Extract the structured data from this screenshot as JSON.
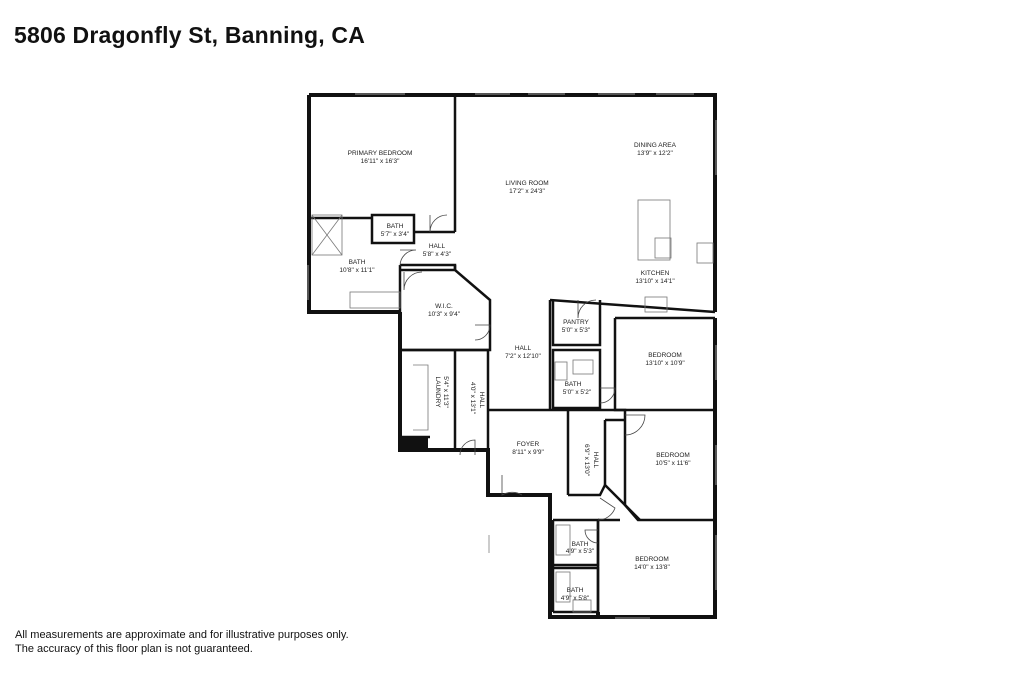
{
  "title": "5806 Dragonfly St, Banning, CA",
  "disclaimer": {
    "line1": "All measurements are approximate and for illustrative purposes only.",
    "line2": "The accuracy of this floor plan is not guaranteed."
  },
  "rooms": {
    "primary_bedroom": {
      "name": "PRIMARY BEDROOM",
      "dims": "16'11\" x 16'3\""
    },
    "living_room": {
      "name": "LIVING ROOM",
      "dims": "17'2\" x 24'3\""
    },
    "dining_area": {
      "name": "DINING AREA",
      "dims": "13'9\" x 12'2\""
    },
    "kitchen": {
      "name": "KITCHEN",
      "dims": "13'10\" x 14'1\""
    },
    "bath_small": {
      "name": "BATH",
      "dims": "5'7\" x 3'4\""
    },
    "hall_1": {
      "name": "HALL",
      "dims": "5'8\" x 4'3\""
    },
    "bath_primary": {
      "name": "BATH",
      "dims": "10'8\" x 11'1\""
    },
    "wic": {
      "name": "W.I.C.",
      "dims": "10'3\" x 9'4\""
    },
    "pantry": {
      "name": "PANTRY",
      "dims": "5'0\" x 5'3\""
    },
    "hall_2": {
      "name": "HALL",
      "dims": "7'2\" x 12'10\""
    },
    "bedroom_1": {
      "name": "BEDROOM",
      "dims": "13'10\" x 10'9\""
    },
    "bath_2": {
      "name": "BATH",
      "dims": "5'0\" x 5'2\""
    },
    "laundry": {
      "name": "LAUNDRY",
      "dims": "5'4\" x 11'3\""
    },
    "hall_3": {
      "name": "HALL",
      "dims": "4'0\" x 13'1\""
    },
    "foyer": {
      "name": "FOYER",
      "dims": "8'11\" x 9'9\""
    },
    "hall_4": {
      "name": "HALL",
      "dims": "6'9\" x 13'0\""
    },
    "bedroom_2": {
      "name": "BEDROOM",
      "dims": "10'5\" x 11'6\""
    },
    "bath_3": {
      "name": "BATH",
      "dims": "4'9\" x 5'3\""
    },
    "bath_4": {
      "name": "BATH",
      "dims": "4'9\" x 5'8\""
    },
    "bedroom_3": {
      "name": "BEDROOM",
      "dims": "14'0\" x 13'8\""
    }
  }
}
